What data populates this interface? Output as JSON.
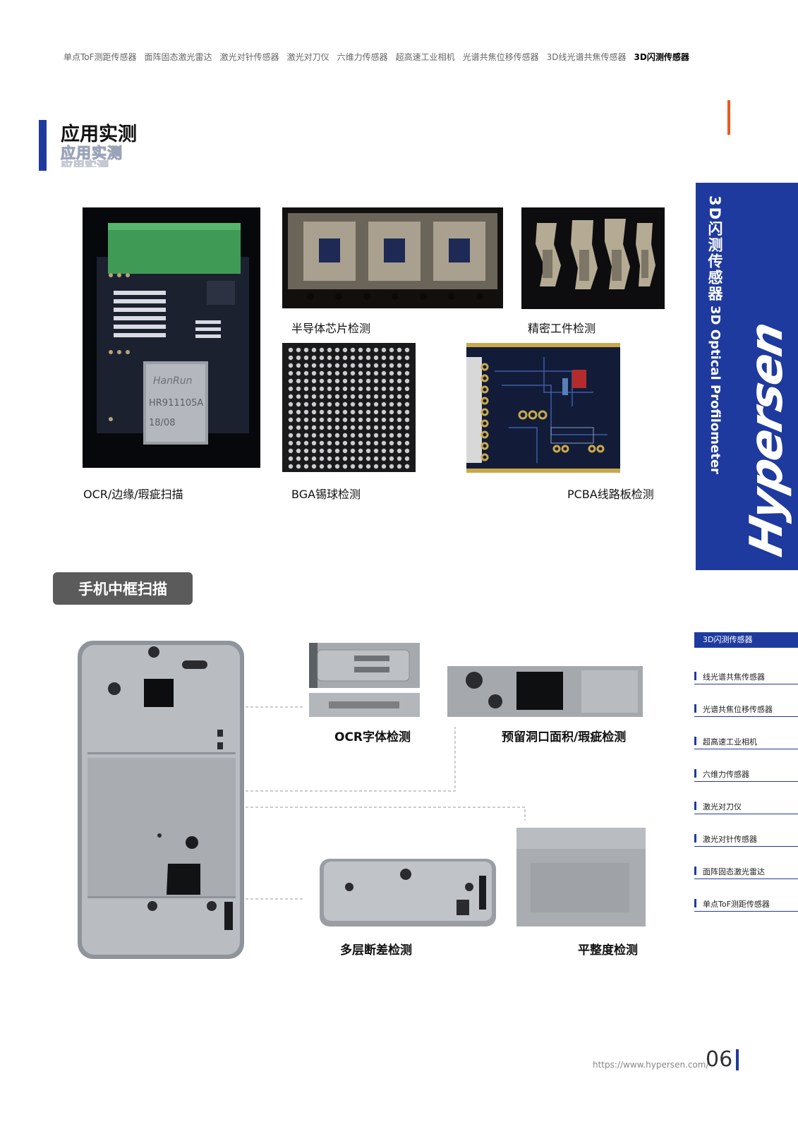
{
  "top_nav": {
    "items": [
      "单点ToF测距传感器",
      "面阵固态激光雷达",
      "激光对针传感器",
      "激光对刀仪",
      "六维力传感器",
      "超高速工业相机",
      "光谱共焦位移传感器",
      "3D线光谱共焦传感器",
      "3D闪测传感器"
    ],
    "active_index": 8
  },
  "section": {
    "title": "应用实测",
    "ghost_title": "应用实测"
  },
  "side_banner": {
    "title_cn": "3D闪测传感器",
    "title_en": "3D Optical Profilometer",
    "brand": "Hypersen"
  },
  "top_captions": {
    "ocr_edge": "OCR/边缘/瑕疵扫描",
    "semiconductor": "半导体芯片检测",
    "precision": "精密工件检测",
    "bga": "BGA锡球检测",
    "pcba": "PCBA线路板检测"
  },
  "pcb_label": {
    "brand": "HanRun",
    "model": "HR911105A",
    "date": "18/08"
  },
  "phone_section": {
    "title": "手机中框扫描",
    "captions": {
      "ocr_font": "OCR字体检测",
      "hole_area": "预留洞口面积/瑕疵检测",
      "multi_layer": "多层断差检测",
      "flatness": "平整度检测"
    }
  },
  "right_menu": {
    "head": "3D闪测传感器",
    "items": [
      "线光谱共焦传感器",
      "光谱共焦位移传感器",
      "超高速工业相机",
      "六维力传感器",
      "激光对刀仪",
      "激光对针传感器",
      "面阵固态激光雷达",
      "单点ToF测距传感器"
    ]
  },
  "footer": {
    "url": "https://www.hypersen.com/",
    "page": "06"
  },
  "colors": {
    "brand_blue": "#1f3a9e",
    "accent_orange": "#ea5a1f",
    "pill_gray": "#5b5b5b"
  }
}
